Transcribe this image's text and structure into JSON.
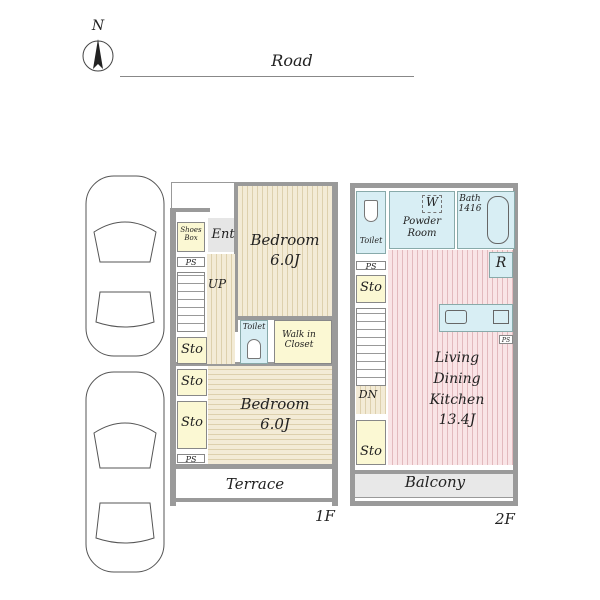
{
  "compass": {
    "label": "N"
  },
  "road": {
    "label": "Road"
  },
  "floor1": {
    "label": "1F",
    "rooms": {
      "bedroom_top": "Bedroom",
      "bedroom_top_size": "6.0J",
      "entrance": "Ent",
      "shoes_box": "Shoes Box",
      "ps": "PS",
      "stairs": "UP",
      "toilet": "Toilet",
      "walk_in_closet": "Walk in Closet",
      "storage": "Sto",
      "bedroom_bottom": "Bedroom",
      "bedroom_bottom_size": "6.0J",
      "terrace": "Terrace"
    }
  },
  "floor2": {
    "label": "2F",
    "rooms": {
      "toilet": "Toilet",
      "washer": "W",
      "powder_room": "Powder Room",
      "bath": "Bath 1416",
      "refrigerator": "R",
      "ps": "PS",
      "storage": "Sto",
      "stairs": "DN",
      "ldk": "Living Dining Kitchen",
      "ldk_size": "13.4J",
      "balcony": "Balcony"
    }
  }
}
